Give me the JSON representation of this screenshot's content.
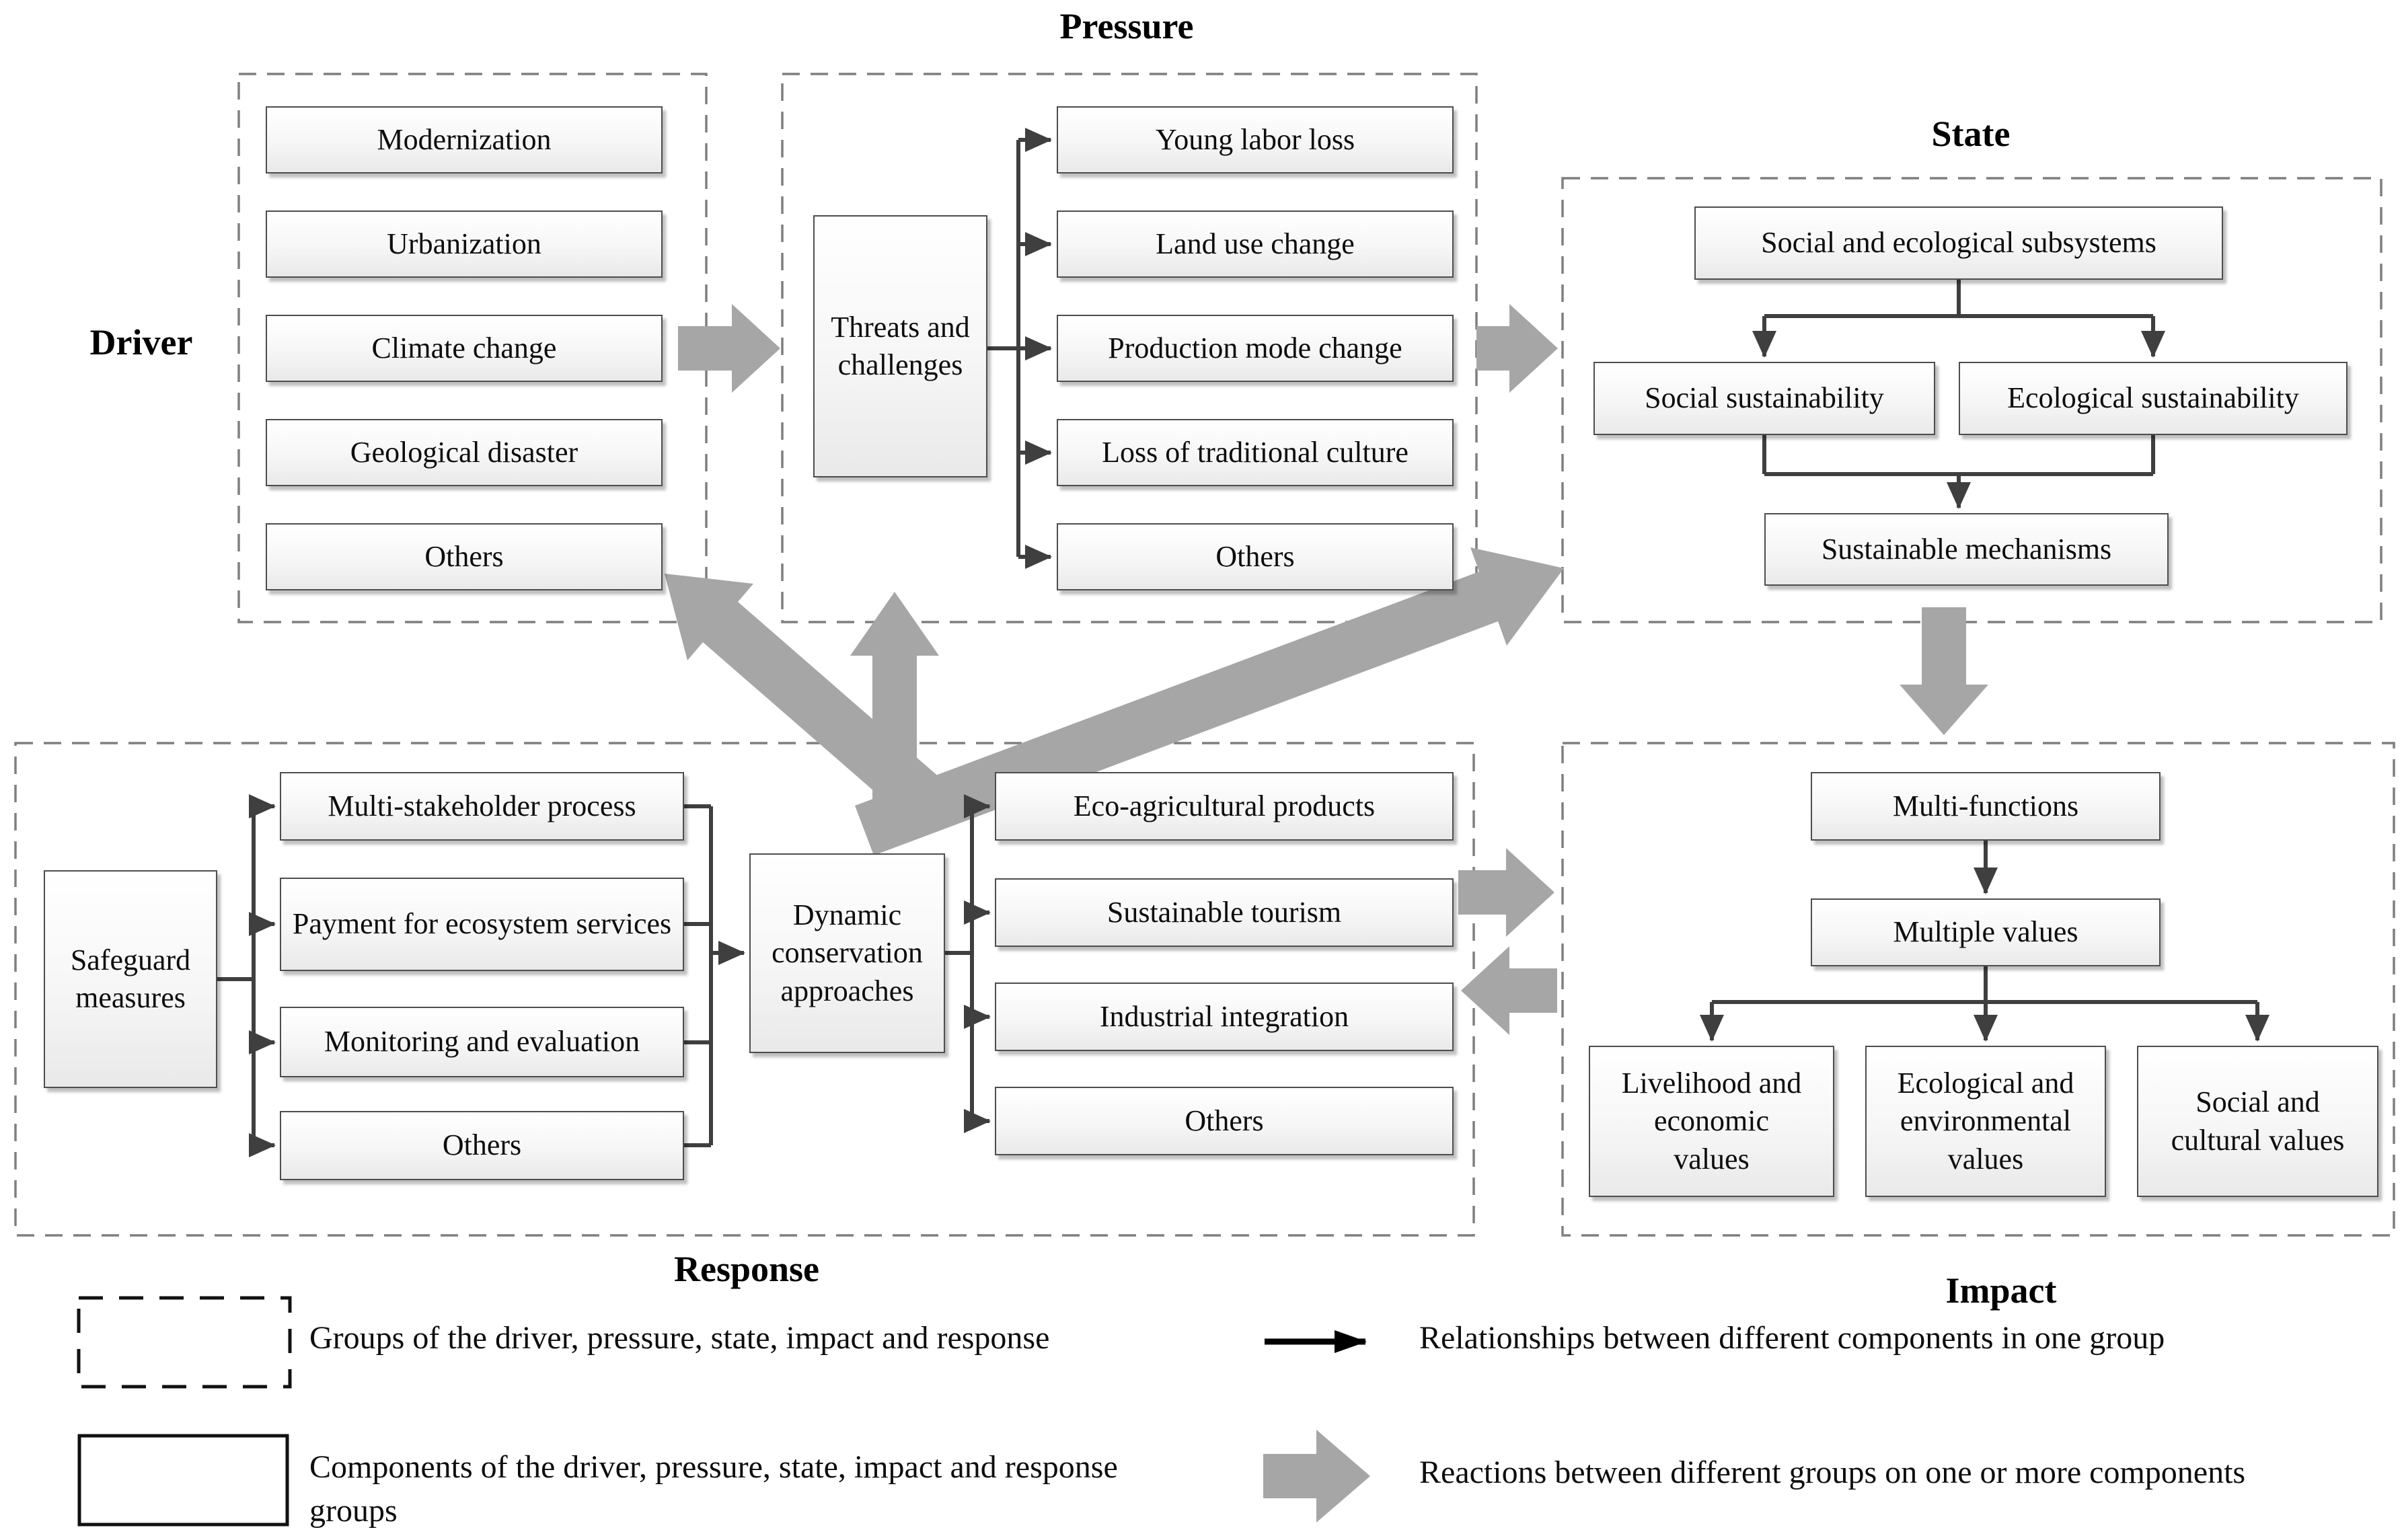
{
  "diagram": {
    "driver": {
      "title": "Driver",
      "items": [
        "Modernization",
        "Urbanization",
        "Climate change",
        "Geological disaster",
        "Others"
      ]
    },
    "pressure": {
      "title": "Pressure",
      "source": "Threats and challenges",
      "items": [
        "Young labor loss",
        "Land use change",
        "Production mode change",
        "Loss of traditional culture",
        "Others"
      ]
    },
    "state": {
      "title": "State",
      "top": "Social and ecological subsystems",
      "mid": [
        "Social sustainability",
        "Ecological sustainability"
      ],
      "bottom": "Sustainable mechanisms"
    },
    "response": {
      "title": "Response",
      "source": "Safeguard measures",
      "measures": [
        "Multi-stakeholder process",
        "Payment for ecosystem services",
        "Monitoring and evaluation",
        "Others"
      ],
      "hub": "Dynamic conservation approaches",
      "outcomes": [
        "Eco-agricultural products",
        "Sustainable tourism",
        "Industrial integration",
        "Others"
      ]
    },
    "impact": {
      "title": "Impact",
      "top": "Multi-functions",
      "mid": "Multiple values",
      "values": [
        "Livelihood and economic values",
        "Ecological and environmental values",
        "Social and cultural values"
      ]
    }
  },
  "legend": {
    "group_box_label": "Groups of the driver, pressure, state, impact and response",
    "component_box_label": "Components of the driver, pressure, state, impact and response groups",
    "thin_arrow_label": "Relationships between different components in one group",
    "thick_arrow_label": "Reactions between different groups on one or more components"
  },
  "colors": {
    "thick_arrow": "#a6a6a6",
    "connector": "#3f3f3f",
    "box_border": "#4d4d4d",
    "group_dash_border": "#7f7f7f",
    "text": "#000000"
  }
}
